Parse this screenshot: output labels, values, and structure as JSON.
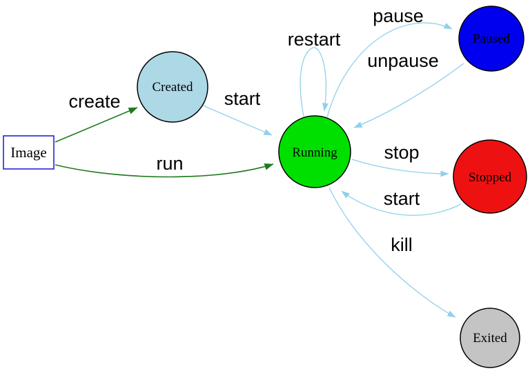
{
  "diagram": {
    "background": "#ffffff",
    "node_stroke": "#000000",
    "nodes": {
      "image": {
        "label": "Image",
        "shape": "rectangle",
        "fill": "#ffffff",
        "border": "#2222dd"
      },
      "created": {
        "label": "Created",
        "shape": "circle",
        "fill": "#add8e6"
      },
      "running": {
        "label": "Running",
        "shape": "circle",
        "fill": "#00e000"
      },
      "paused": {
        "label": "Paused",
        "shape": "circle",
        "fill": "#0000ee"
      },
      "stopped": {
        "label": "Stopped",
        "shape": "circle",
        "fill": "#ee1111"
      },
      "exited": {
        "label": "Exited",
        "shape": "circle",
        "fill": "#c4c4c4"
      }
    },
    "edges": {
      "create": {
        "label": "create",
        "from": "image",
        "to": "created",
        "color": "#1f7a1f"
      },
      "run": {
        "label": "run",
        "from": "image",
        "to": "running",
        "color": "#1f7a1f"
      },
      "start_created_to_running": {
        "label": "start",
        "from": "created",
        "to": "running",
        "color": "#8fd0ec"
      },
      "restart": {
        "label": "restart",
        "from": "running",
        "to": "running",
        "color": "#8fd0ec"
      },
      "pause": {
        "label": "pause",
        "from": "running",
        "to": "paused",
        "color": "#8fd0ec"
      },
      "unpause": {
        "label": "unpause",
        "from": "paused",
        "to": "running",
        "color": "#8fd0ec"
      },
      "stop": {
        "label": "stop",
        "from": "running",
        "to": "stopped",
        "color": "#8fd0ec"
      },
      "start_stopped_to_running": {
        "label": "start",
        "from": "stopped",
        "to": "running",
        "color": "#8fd0ec"
      },
      "kill": {
        "label": "kill",
        "from": "running",
        "to": "exited",
        "color": "#8fd0ec"
      }
    },
    "arrowhead_colors": {
      "blue": "#8fd0ec",
      "green": "#1f7a1f"
    }
  }
}
